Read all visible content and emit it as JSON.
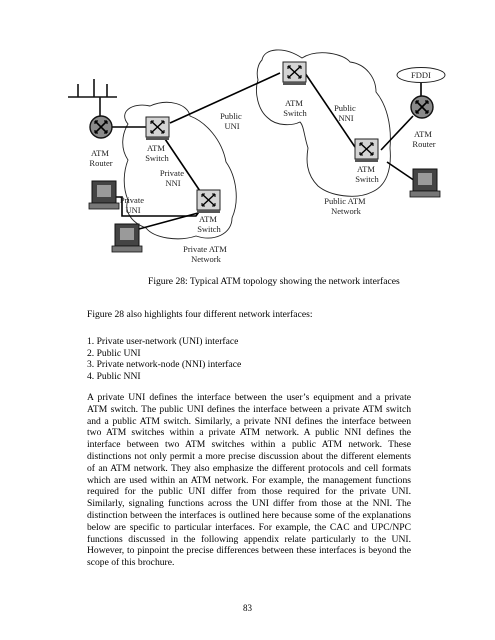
{
  "diagram": {
    "labels": {
      "fddi": "FDDI",
      "atm_router_left": [
        "ATM",
        "Router"
      ],
      "atm_router_right": [
        "ATM",
        "Router"
      ],
      "atm_switch_private_top": [
        "ATM",
        "Switch"
      ],
      "private_nni": [
        "Private",
        "NNI"
      ],
      "private_uni": [
        "Private",
        "UNI"
      ],
      "atm_switch_private_bottom": [
        "ATM",
        "Switch"
      ],
      "private_atm_network": [
        "Private ATM",
        "Network"
      ],
      "public_uni": [
        "Public",
        "UNI"
      ],
      "atm_switch_public_top": [
        "ATM",
        "Switch"
      ],
      "public_nni": [
        "Public",
        "NNI"
      ],
      "atm_switch_public_right": [
        "ATM",
        "Switch"
      ],
      "public_atm_network": [
        "Public ATM",
        "Network"
      ]
    }
  },
  "caption": "Figure 28:  Typical ATM topology showing the network interfaces",
  "intro": "Figure 28 also highlights four different network interfaces:",
  "list": [
    "1. Private user-network  (UNI) interface",
    "2. Public UNI",
    "3. Private network-node (NNI) interface",
    "4. Public NNI"
  ],
  "paragraph": "A private UNI defines the interface between the user’s equipment and a private ATM switch. The public UNI defines the interface between a private ATM switch and a public ATM switch. Similarly, a private NNI defines the interface between two ATM switches within a private ATM network. A public NNI defines the interface between two ATM switches within a public ATM network. These distinctions not only permit a more precise discussion about the different elements of an ATM network. They also emphasize the different protocols and cell formats which are used within an ATM network. For example, the management functions required for the public UNI differ from those required for the private UNI. Similarly, signaling functions across the UNI differ from those at the NNI. The distinction between the interfaces is outlined here because some of the explanations below are specific to particular interfaces. For example, the CAC and UPC/NPC functions discussed in the following appendix relate particularly to the UNI. However, to pinpoint the precise differences between these interfaces is beyond the scope of this brochure.",
  "page_number": "83"
}
